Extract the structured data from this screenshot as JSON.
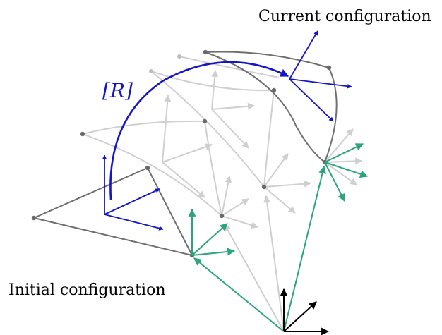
{
  "labels": {
    "current": "Current configuration",
    "initial": "Initial configuration",
    "rotation": "[R]"
  },
  "colors": {
    "blue": "#1515c8",
    "green": "#2aa57c",
    "black": "#000000",
    "dark_gray": "#6f6f6f",
    "light_gray": "#cfcfcf",
    "node_dark": "#6a6a6a",
    "node_light": "#bdbdbd"
  }
}
